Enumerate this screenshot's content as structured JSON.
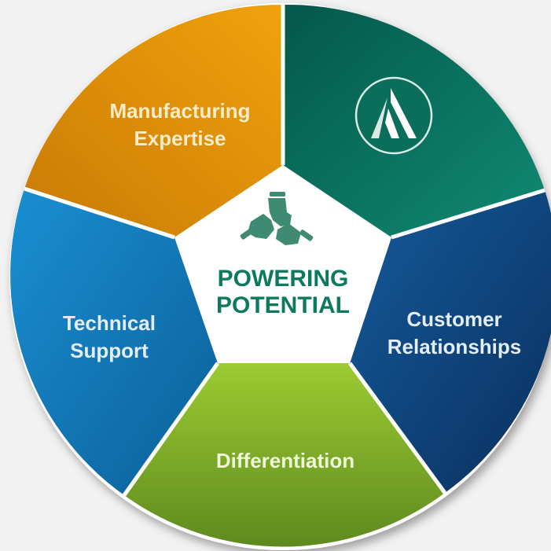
{
  "center": {
    "title_line1": "POWERING",
    "title_line2": "POTENTIAL",
    "icon": "hands-together-icon"
  },
  "segments": [
    {
      "id": "manufacturing",
      "line1": "Manufacturing",
      "line2": "Expertise"
    },
    {
      "id": "logo",
      "icon": "brand-logo-icon"
    },
    {
      "id": "customer",
      "line1": "Customer",
      "line2": "Relationships"
    },
    {
      "id": "differentiation",
      "line1": "Differentiation"
    },
    {
      "id": "technical",
      "line1": "Technical",
      "line2": "Support"
    }
  ],
  "colors": {
    "manufacturing": "#e8980a",
    "logo": "#0b7a66",
    "customer": "#0f4f8c",
    "differentiation": "#7fb52c",
    "technical": "#1784c7",
    "center_text": "#0d7a5f",
    "label_light": "#fbecc9",
    "label_blue": "#e3eef8"
  }
}
